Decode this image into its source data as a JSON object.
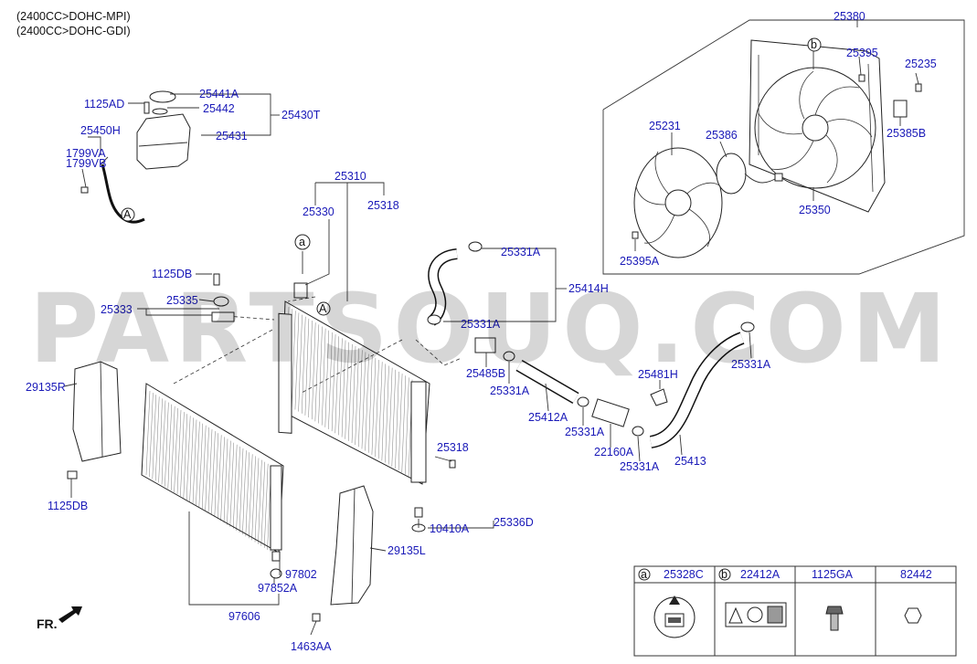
{
  "header": {
    "line1": "(2400CC>DOHC-MPI)",
    "line2": "(2400CC>DOHC-GDI)"
  },
  "watermark": "PARTSOUQ.COM",
  "labels": {
    "p25380": "25380",
    "p25395": "25395",
    "p25235": "25235",
    "p25231": "25231",
    "p25386": "25386",
    "p25385B": "25385B",
    "p25350": "25350",
    "p25395A": "25395A",
    "p1125AD": "1125AD",
    "p25441A": "25441A",
    "p25442": "25442",
    "p25430T": "25430T",
    "p25450H": "25450H",
    "p25431": "25431",
    "p1799VA": "1799VA",
    "p1799VB": "1799VB",
    "p25310": "25310",
    "p25318a": "25318",
    "p25330": "25330",
    "p1125DBa": "1125DB",
    "p25335": "25335",
    "p25333": "25333",
    "p25331A1": "25331A",
    "p25414H": "25414H",
    "p25331A2": "25331A",
    "p25331A3": "25331A",
    "p25485B": "25485B",
    "p25331A4": "25331A",
    "p25481H": "25481H",
    "p25412A": "25412A",
    "p25331A5": "25331A",
    "p22160A": "22160A",
    "p25413": "25413",
    "p25331A6": "25331A",
    "p29135R": "29135R",
    "p1125DBb": "1125DB",
    "p25318b": "25318",
    "p10410A": "10410A",
    "p25336D": "25336D",
    "p29135L": "29135L",
    "p97802": "97802",
    "p97852A": "97852A",
    "p97606": "97606",
    "p1463AA": "1463AA",
    "fr": "FR."
  },
  "callouts": {
    "a": "a",
    "b": "b",
    "A": "A"
  },
  "legend": {
    "cells": [
      {
        "key": "a",
        "code": "25328C"
      },
      {
        "key": "b",
        "code": "22412A"
      },
      {
        "key": "",
        "code": "1125GA"
      },
      {
        "key": "",
        "code": "82442"
      }
    ]
  }
}
